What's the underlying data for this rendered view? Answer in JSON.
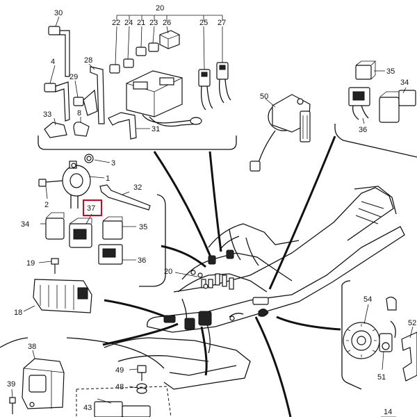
{
  "callouts": {
    "c30": "30",
    "c20": "20",
    "c22": "22",
    "c24": "24",
    "c21": "21",
    "c23": "23",
    "c26": "26",
    "c25": "25",
    "c27": "27",
    "c4": "4",
    "c28": "28",
    "c29": "29",
    "c33": "33",
    "c8": "8",
    "c31": "31",
    "c50": "50",
    "c35a": "35",
    "c34a": "34",
    "c36a": "36",
    "c3": "3",
    "c1": "1",
    "c2": "2",
    "c32": "32",
    "c37": "37",
    "c34b": "34",
    "c35b": "35",
    "c36b": "36",
    "c19": "19",
    "c18": "18",
    "c20b": "20",
    "c54": "54",
    "c52": "52",
    "c51": "51",
    "c38": "38",
    "c39": "39",
    "c49": "49",
    "c48": "48",
    "c43": "43",
    "c14": "14"
  },
  "highlight": {
    "part": "37",
    "color": "#d9001b"
  }
}
